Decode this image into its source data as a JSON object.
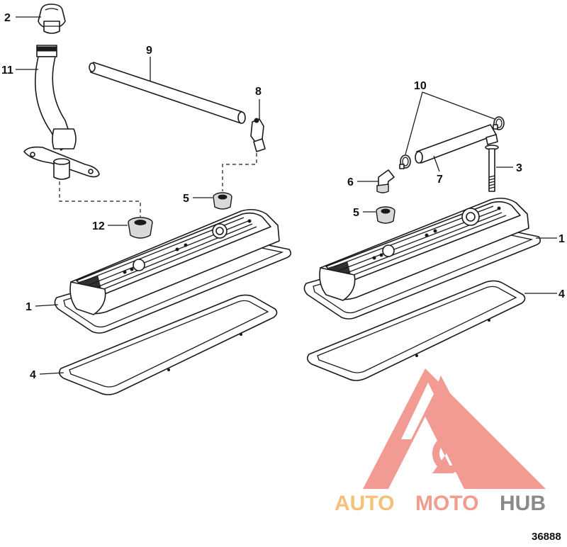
{
  "callouts": {
    "c1_left": "1",
    "c1_right": "1",
    "c2": "2",
    "c3": "3",
    "c4_left": "4",
    "c4_right": "4",
    "c5_left": "5",
    "c5_right": "5",
    "c6": "6",
    "c7": "7",
    "c8": "8",
    "c9": "9",
    "c10": "10",
    "c11": "11",
    "c12": "12"
  },
  "figure_number": "36888",
  "watermark": {
    "part1": "AUTO",
    "part2": "MOTO",
    "part3": "HUB",
    "color1": "#f5c07a",
    "color2": "#f29b8f",
    "color3": "#8a8a8a",
    "logo_color": "#ef8a80"
  }
}
